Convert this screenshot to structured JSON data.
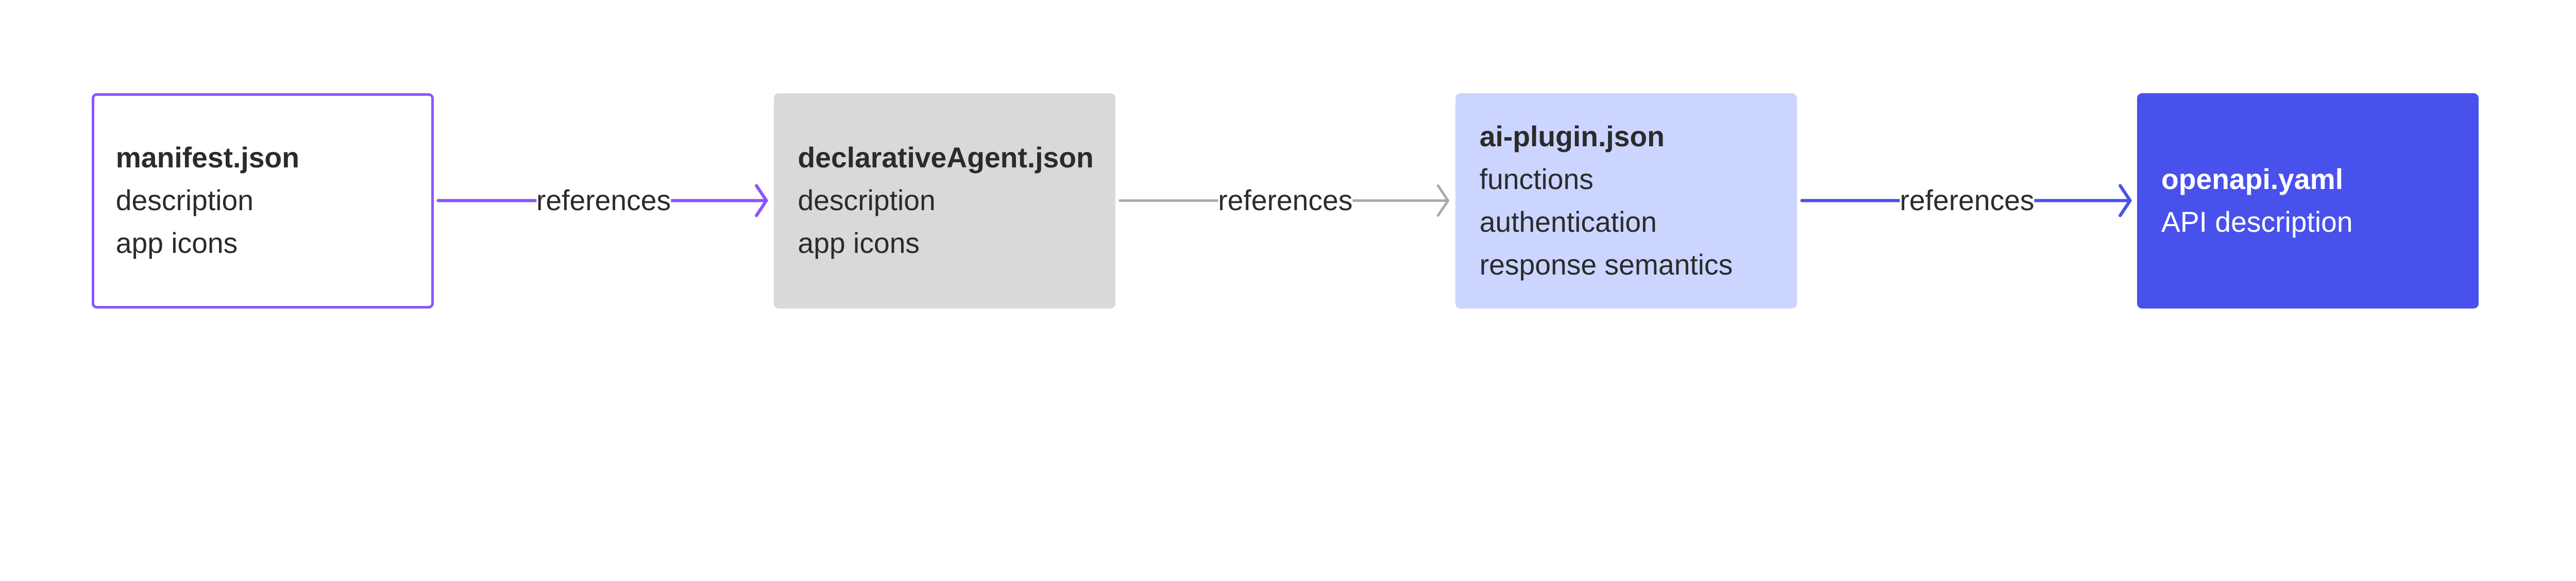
{
  "nodes": [
    {
      "title": "manifest.json",
      "lines": [
        "description",
        "app icons"
      ],
      "color": "#8B55FF",
      "style": "outline"
    },
    {
      "title": "declarativeAgent.json",
      "lines": [
        "description",
        "app icons"
      ],
      "color": "#D9D9D9",
      "style": "filled"
    },
    {
      "title": "ai-plugin.json",
      "lines": [
        "functions",
        "authentication",
        "response semantics"
      ],
      "color": "#CCD5FF",
      "style": "filled"
    },
    {
      "title": "openapi.yaml",
      "lines": [
        "API description"
      ],
      "color": "#4851EC",
      "style": "filled"
    }
  ],
  "edges": [
    {
      "from": "manifest.json",
      "to": "declarativeAgent.json",
      "label": "references",
      "color": "#8B55FF"
    },
    {
      "from": "declarativeAgent.json",
      "to": "ai-plugin.json",
      "label": "references",
      "color": "#AAAAAA"
    },
    {
      "from": "ai-plugin.json",
      "to": "openapi.yaml",
      "label": "references",
      "color": "#4851EC"
    }
  ]
}
